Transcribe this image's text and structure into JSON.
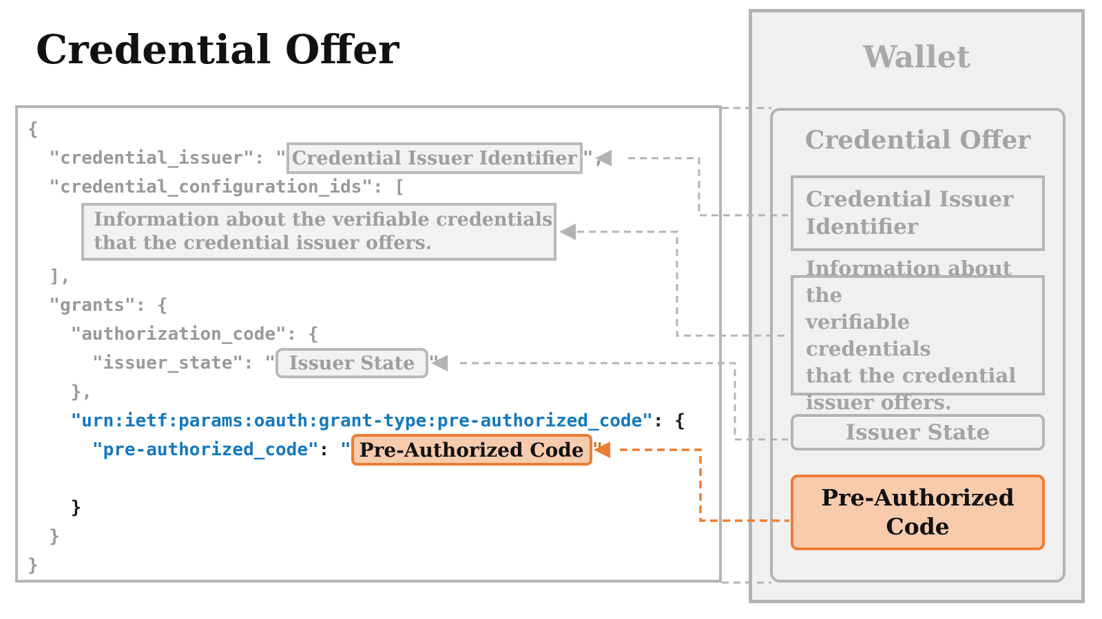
{
  "title": "Credential Offer",
  "colors": {
    "gray_border": "#b5b5b5",
    "panel_fill": "#f0f0f0",
    "label_fill": "#f2f2f2",
    "gray_text": "#9e9e9e",
    "code_gray": "#999999",
    "code_blue": "#1578be",
    "code_black": "#1a1a1a",
    "orange": "#ed7d31",
    "orange_fill": "#f8cbad"
  },
  "code": {
    "l1": "{",
    "l2a": "  \"credential_issuer\": \"",
    "l2_box": "Credential Issuer Identifier",
    "l2b": "\",",
    "l3": "  \"credential_configuration_ids\": [",
    "l4a": "     ",
    "l4_box_line1": "Information about the verifiable credentials",
    "l4_box_line2": "that the credential issuer offers.",
    "l5": "  ],",
    "l6": "  \"grants\": {",
    "l7": "    \"authorization_code\": {",
    "l8a": "      \"issuer_state\": \"",
    "l8_box": "Issuer State",
    "l8b": "\"",
    "l9": "    },",
    "l10a": "    \"urn:ietf:params:oauth:grant-type:pre-authorized_code\"",
    "l10b": ": {",
    "l11a": "      ",
    "l11b": "\"pre-authorized_code\"",
    "l11c": ": ",
    "l11d": "\"",
    "l11_box": "Pre-Authorized Code",
    "l11e": "\"",
    "l12": "",
    "l13": "    }",
    "l14": "  }",
    "l15": "}"
  },
  "wallet": {
    "title": "Wallet",
    "credential_offer": {
      "title": "Credential Offer",
      "issuer_identifier_line1": "Credential Issuer",
      "issuer_identifier_line2": "Identifier",
      "info_line1": "Information about the",
      "info_line2": "verifiable credentials",
      "info_line3": "that the credential",
      "info_line4": "issuer offers.",
      "issuer_state": "Issuer State",
      "pre_authorized_line1": "Pre-Authorized",
      "pre_authorized_line2": "Code"
    }
  }
}
